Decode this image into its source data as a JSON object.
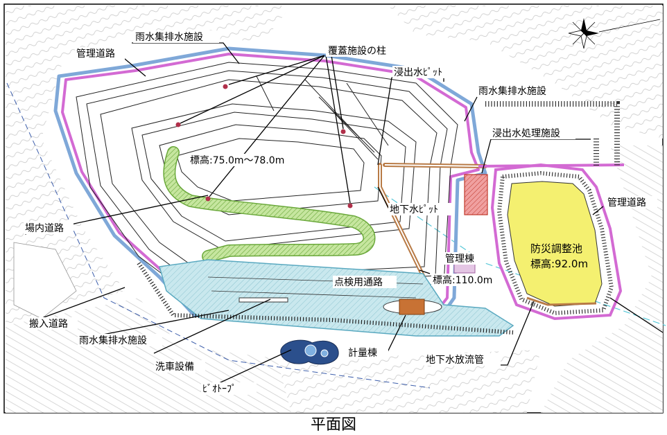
{
  "caption": "平面図",
  "labels": {
    "rain_top": "雨水集排水施設",
    "kanri_road_left": "管理道路",
    "cover_pillars": "覆蓋施設の柱",
    "leachate_pit": "浸出水ﾋﾟｯﾄ",
    "rain_right": "雨水集排水施設",
    "leachate_treatment": "浸出水処理施設",
    "elevation_landfill": "標高:75.0m～78.0m",
    "groundwater_pit": "地下水ﾋﾟｯﾄ",
    "kanri_road_right": "管理道路",
    "site_road": "場内道路",
    "disaster_pond": "防災調整池",
    "elevation_pond": "標高:92.0m",
    "admin_building": "管理棟",
    "elevation_admin": "標高:110.0m",
    "inspection_path": "点検用通路",
    "carry_in_road": "搬入道路",
    "rain_bottom": "雨水集排水施設",
    "weighing_building": "計量棟",
    "car_wash": "洗車設備",
    "groundwater_pipe": "地下水放流管",
    "biotope": "ﾋﾞｵﾄｰﾌﾟ"
  },
  "colors": {
    "rain_drain": "#7fa8d8",
    "kanri_road": "#d36ad3",
    "site_road_fill": "#b9e08e",
    "pond_fill": "#f4f070",
    "entry_area": "#bfe3ea",
    "pillar": "#b0304a",
    "pipe": "#b87a45",
    "treatment": "#e98a8a",
    "weigh_house": "#c87234",
    "biotope": "#2b4f8c"
  }
}
